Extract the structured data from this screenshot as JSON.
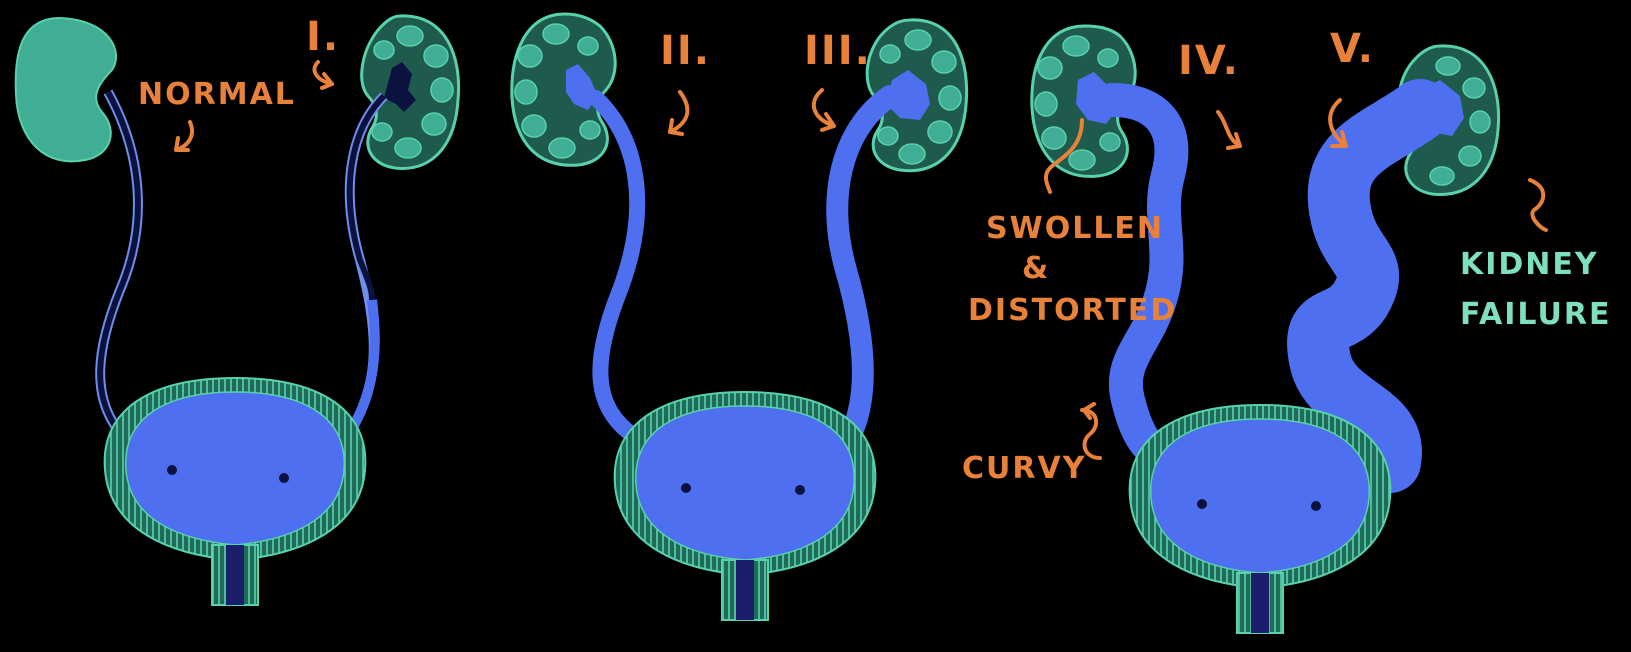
{
  "labels": {
    "normal": "NORMAL",
    "grade1": "I.",
    "grade2": "II.",
    "grade3": "III.",
    "grade4": "IV.",
    "grade5": "V.",
    "swollen_line1": "SWOLLEN",
    "swollen_line2": "&",
    "swollen_line3": "DISTORTED",
    "curvy": "CURVY",
    "kidney_failure_line1": "KIDNEY",
    "kidney_failure_line2": "FAILURE"
  },
  "colors": {
    "background": "#000000",
    "kidney": "#3fae95",
    "kidney_dark": "#1e5b4c",
    "kidney_outline": "#59d1ad",
    "urine": "#4d6ff0",
    "urine_dark": "#1b1f6b",
    "bladder_wall": "#2a8a6e",
    "label_orange": "#e8813a",
    "label_teal": "#7fe0c0"
  }
}
